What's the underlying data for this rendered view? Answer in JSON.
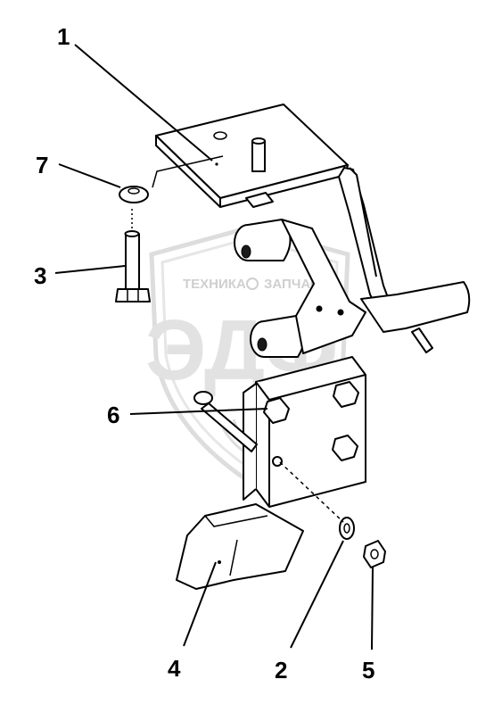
{
  "watermark": {
    "top_text": "ТЕХНИКА",
    "top_text_right": "ЗАПЧАСТИ",
    "big_text": "ЭДФ"
  },
  "callouts": [
    {
      "id": "1",
      "text": "1"
    },
    {
      "id": "2",
      "text": "2"
    },
    {
      "id": "3",
      "text": "3"
    },
    {
      "id": "4",
      "text": "4"
    },
    {
      "id": "5",
      "text": "5"
    },
    {
      "id": "6",
      "text": "6"
    },
    {
      "id": "7",
      "text": "7"
    }
  ]
}
